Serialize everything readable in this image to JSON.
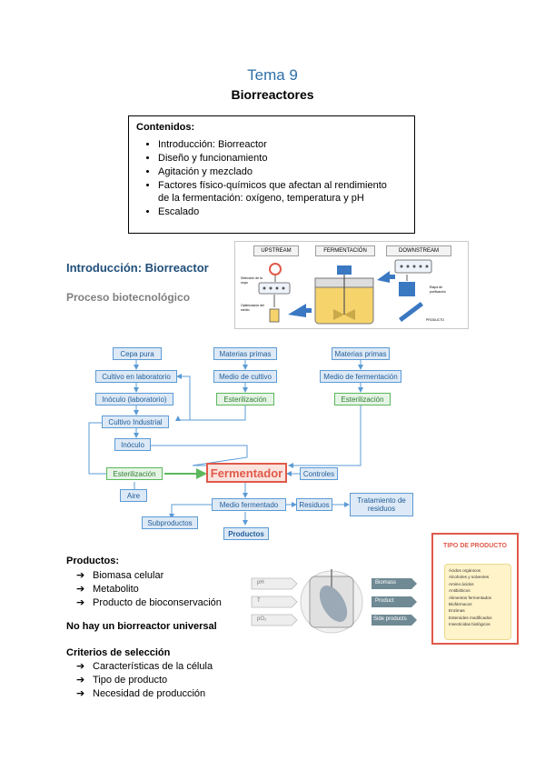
{
  "header": {
    "tema": "Tema 9",
    "subtitle": "Biorreactores"
  },
  "contents": {
    "title": "Contenidos:",
    "items": [
      "Introducción: Biorreactor",
      "Diseño y funcionamiento",
      "Agitación y mezclado",
      "Factores físico-químicos que afectan al rendimiento",
      "de la fermentación: oxígeno, temperatura y pH",
      "Escalado"
    ]
  },
  "sections": {
    "intro": "Introducción: Biorreactor",
    "proceso": "Proceso biotecnológico"
  },
  "bioprocess_figure": {
    "stages": [
      "UPSTREAM",
      "FERMENTACIÓN",
      "DOWNSTREAM"
    ],
    "labels": {
      "seleccion": "Selección de la cepa",
      "optimizacion": "Optimización del medio",
      "etapa": "Etapa de purificación",
      "producto": "PRODUCTO"
    }
  },
  "flow": {
    "cepa": "Cepa pura",
    "cultivo_lab": "Cultivo en laboratorio",
    "inoculo_lab": "Inóculo (laboratorio)",
    "cultivo_ind": "Cultivo Industrial",
    "inoculo": "Inóculo",
    "materias1": "Materias primas",
    "medio_cultivo": "Medio de cultivo",
    "ester1": "Esterilización",
    "materias2": "Materias primas",
    "medio_ferm": "Medio de fermentación",
    "ester2": "Esterilización",
    "ester3": "Esterilización",
    "fermentador": "Fermentador",
    "controles": "Controles",
    "aire": "Aire",
    "medio_fermentado": "Medio fermentado",
    "residuos": "Residuos",
    "tratamiento": "Tratamiento de residuos",
    "subproductos": "Subproductos",
    "productos": "Productos"
  },
  "productos": {
    "title": "Productos:",
    "items": [
      "Biomasa celular",
      "Metabolito",
      "Producto de bioconservación"
    ]
  },
  "reactor_figure": {
    "inputs": [
      "pH",
      "T",
      "pO₂"
    ],
    "outputs": [
      "Biomass",
      "Product",
      "Side products"
    ]
  },
  "tipo_producto": {
    "title": "TIPO DE PRODUCTO",
    "items": [
      "Ácidos orgánicos",
      "Alcoholes y solventes",
      "Amino ácidos",
      "Antibióticos",
      "Alimentos fermentados",
      "Biofármacos",
      "Enzimas",
      "Esteroides modificados",
      "Insecticidas biológicos"
    ]
  },
  "no_hay": "No hay un biorreactor universal",
  "criterios": {
    "title": "Criterios de selección",
    "items": [
      "Características de la célula",
      "Tipo de producto",
      "Necesidad de producción"
    ]
  },
  "colors": {
    "tema": "#2f6fa8",
    "heading": "#1f4e79",
    "flow_blue": "#5b9bd5",
    "flow_green": "#5cb85c",
    "fermentador_red": "#e05a4a"
  }
}
